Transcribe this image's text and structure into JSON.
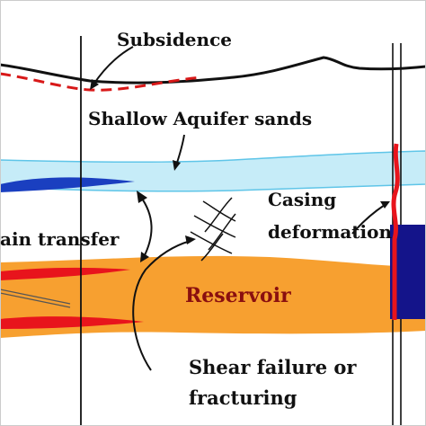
{
  "labels": {
    "subsidence": "Subsidence",
    "shallow_aquifer": "Shallow Aquifer sands",
    "strain_transfer": "ain transfer",
    "casing": "Casing",
    "deformation": "deformation",
    "reservoir": "Reservoir",
    "shear_line1": "Shear failure or",
    "shear_line2": "fracturing"
  },
  "colors": {
    "background": "#ffffff",
    "aquifer_fill": "#c6ecf8",
    "aquifer_edge": "#5fc5e8",
    "reservoir_fill": "#f7a030",
    "reservoir_text": "#8a0f0f",
    "red_lens": "#e8141c",
    "blue_lens": "#1a3fc0",
    "dark_blue_block": "#14148a",
    "subsidence_dash": "#d81818",
    "line": "#111111"
  }
}
